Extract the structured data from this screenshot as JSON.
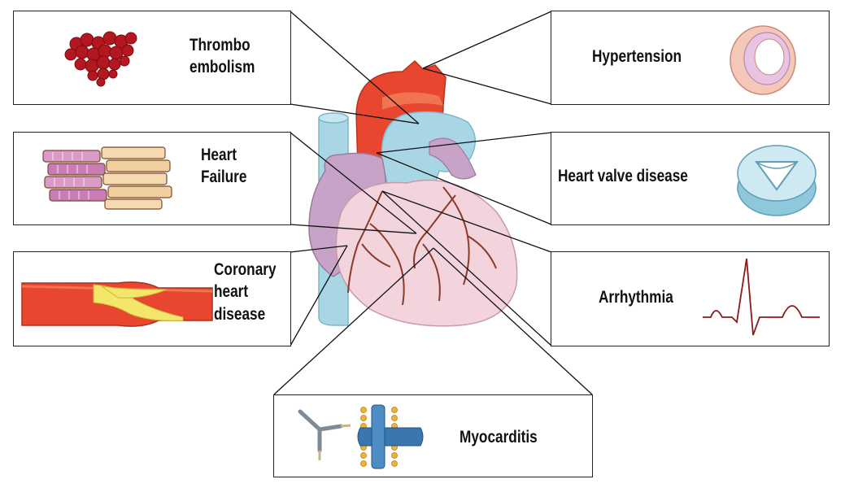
{
  "diagram": {
    "center": "heart-illustration",
    "callouts": [
      {
        "id": "thromboembolism",
        "label_lines": [
          "Thrombo",
          "embolism"
        ],
        "icon": "blood-clot-icon"
      },
      {
        "id": "heart-failure",
        "label_lines": [
          "Heart",
          "Failure"
        ],
        "icon": "muscle-fiber-icon"
      },
      {
        "id": "coronary-heart-disease",
        "label_lines": [
          "Coronary",
          "heart",
          "disease"
        ],
        "icon": "plaque-artery-icon"
      },
      {
        "id": "hypertension",
        "label_lines": [
          "Hypertension"
        ],
        "icon": "blood-vessel-icon"
      },
      {
        "id": "heart-valve-disease",
        "label_lines": [
          "Heart valve disease"
        ],
        "icon": "heart-valve-icon"
      },
      {
        "id": "arrhythmia",
        "label_lines": [
          "Arrhythmia"
        ],
        "icon": "ecg-trace-icon"
      },
      {
        "id": "myocarditis",
        "label_lines": [
          "Myocarditis"
        ],
        "icon": "antibody-membrane-icon"
      }
    ],
    "colors": {
      "aorta": "#e8462e",
      "aorta_light": "#f0744f",
      "vessel_blue": "#a9d6e5",
      "atrium_purple": "#c8a3c8",
      "ventricle_pink": "#f3d4dc",
      "coronary": "#8b3a2a",
      "clot": "#b3171f",
      "plaque": "#f3e66a",
      "ecg": "#8b1a1a"
    }
  }
}
